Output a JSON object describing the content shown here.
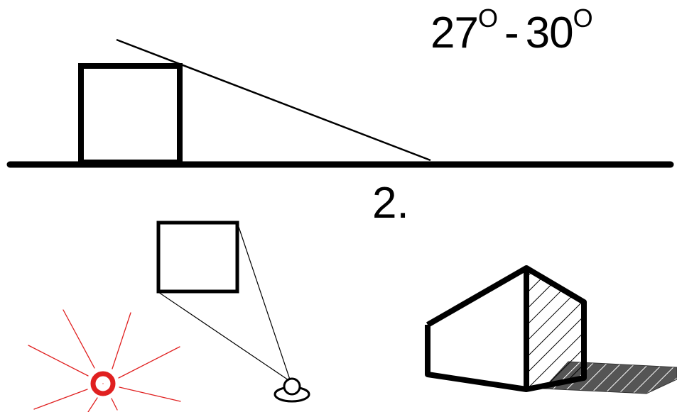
{
  "angle_label": {
    "start": "27",
    "start_unit": "O",
    "separator": "-",
    "end": "30",
    "end_unit": "O"
  },
  "step_label": "2.",
  "colors": {
    "ink": "#000000",
    "sun": "#e02020",
    "shadow": "#555555",
    "background": "#ffffff"
  },
  "icons": [
    "sun-icon",
    "observer-icon",
    "building-icon"
  ]
}
